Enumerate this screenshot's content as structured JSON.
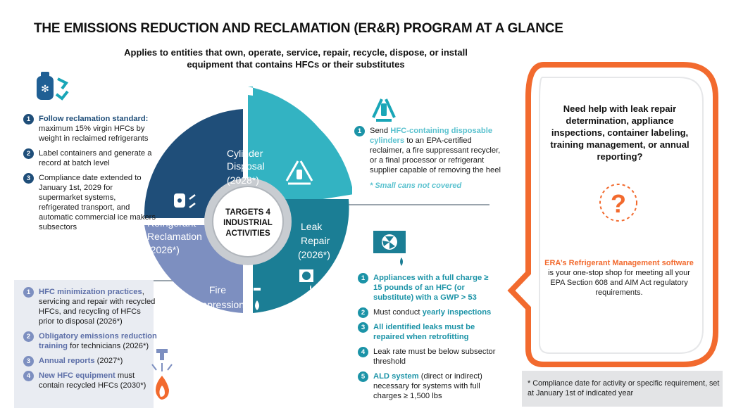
{
  "header": {
    "title": "THE EMISSIONS REDUCTION AND RECLAMATION (ER&R) PROGRAM AT A GLANCE",
    "subtitle_line1": "Applies to entities that own, operate, service, repair, recycle, dispose, or install",
    "subtitle_line2": "equipment that contains HFCs or their substitutes"
  },
  "wheel": {
    "center_line1": "TARGETS 4",
    "center_line2": "INDUSTRIAL",
    "center_line3": "ACTIVITIES",
    "segments": {
      "cylinder": {
        "line1": "Cylinder",
        "line2": "Disposal",
        "line3": "(2028*)"
      },
      "leak": {
        "line1": "Leak",
        "line2": "Repair",
        "line3": "(2026*)"
      },
      "fire": {
        "line1": "Fire",
        "line2": "Suppression"
      },
      "refrigerant": {
        "line1": "Refrigerant",
        "line2": "Reclamation",
        "line3": "(2026*)"
      }
    }
  },
  "refrigerant_list": [
    {
      "n": "1",
      "bold": "Follow reclamation standard:",
      "text": " maximum 15% virgin HFCs by weight in reclaimed refrigerants"
    },
    {
      "n": "2",
      "bold": "",
      "text": "Label containers and generate a record at batch level"
    },
    {
      "n": "3",
      "bold": "",
      "text": "Compliance date extended to January 1st, 2029 for supermarket systems, refrigerated transport, and automatic commercial ice makers subsectors"
    }
  ],
  "fire_list": [
    {
      "n": "1",
      "bold": "HFC minimization practices",
      "text": ", servicing and repair with recycled HFCs, and recycling of HFCs prior to disposal (2026*)"
    },
    {
      "n": "2",
      "bold": "Obligatory emissions reduction training",
      "text": " for technicians (2026*)"
    },
    {
      "n": "3",
      "bold": "Annual reports",
      "text": " (2027*)"
    },
    {
      "n": "4",
      "bold": "New HFC equipment",
      "text": " must contain recycled HFCs (2030*)"
    }
  ],
  "cylinder_list": [
    {
      "n": "1",
      "pre": "Send ",
      "bold": "HFC-containing disposable cylinders",
      "text": " to an EPA-certified reclaimer, a fire suppressant recycler, or a final processor or refrigerant supplier capable of removing the heel"
    }
  ],
  "cylinder_note": "* Small cans not covered",
  "leak_list": [
    {
      "n": "1",
      "bold": "Appliances with a full charge ≥ 15 pounds of an HFC (or substitute) with a GWP > 53",
      "text": ""
    },
    {
      "n": "2",
      "pre": "Must conduct ",
      "bold": "yearly inspections",
      "text": ""
    },
    {
      "n": "3",
      "bold": "All identified leaks must be repaired when retrofitting",
      "text": ""
    },
    {
      "n": "4",
      "bold": "",
      "text": "Leak rate must be below subsector threshold"
    },
    {
      "n": "5",
      "bold": "ALD system",
      "text": " (direct or indirect) necessary for systems with full charges ≥ 1,500 lbs"
    }
  ],
  "callout": {
    "question": "Need help with leak repair determination, appliance inspections, container labeling, training management, or annual reporting?",
    "question_mark": "?",
    "body_bold": "ERA’s Refrigerant Management software",
    "body_text": " is your one-stop shop for meeting all your EPA Section 608 and AIM Act regulatory requirements."
  },
  "footnote": "* Compliance date for activity or specific requirement, set at January 1st of indicated year",
  "colors": {
    "navy": "#1f4e79",
    "teal": "#1b93a7",
    "light_teal": "#33b3c2",
    "lavender": "#7d8fc0",
    "orange": "#f26a2e"
  },
  "icons": [
    "refrigerant-tank-icon",
    "recycle-icon",
    "recycle-cylinder-icon",
    "fan-unit-icon",
    "sprinkler-flame-icon",
    "question-icon"
  ]
}
